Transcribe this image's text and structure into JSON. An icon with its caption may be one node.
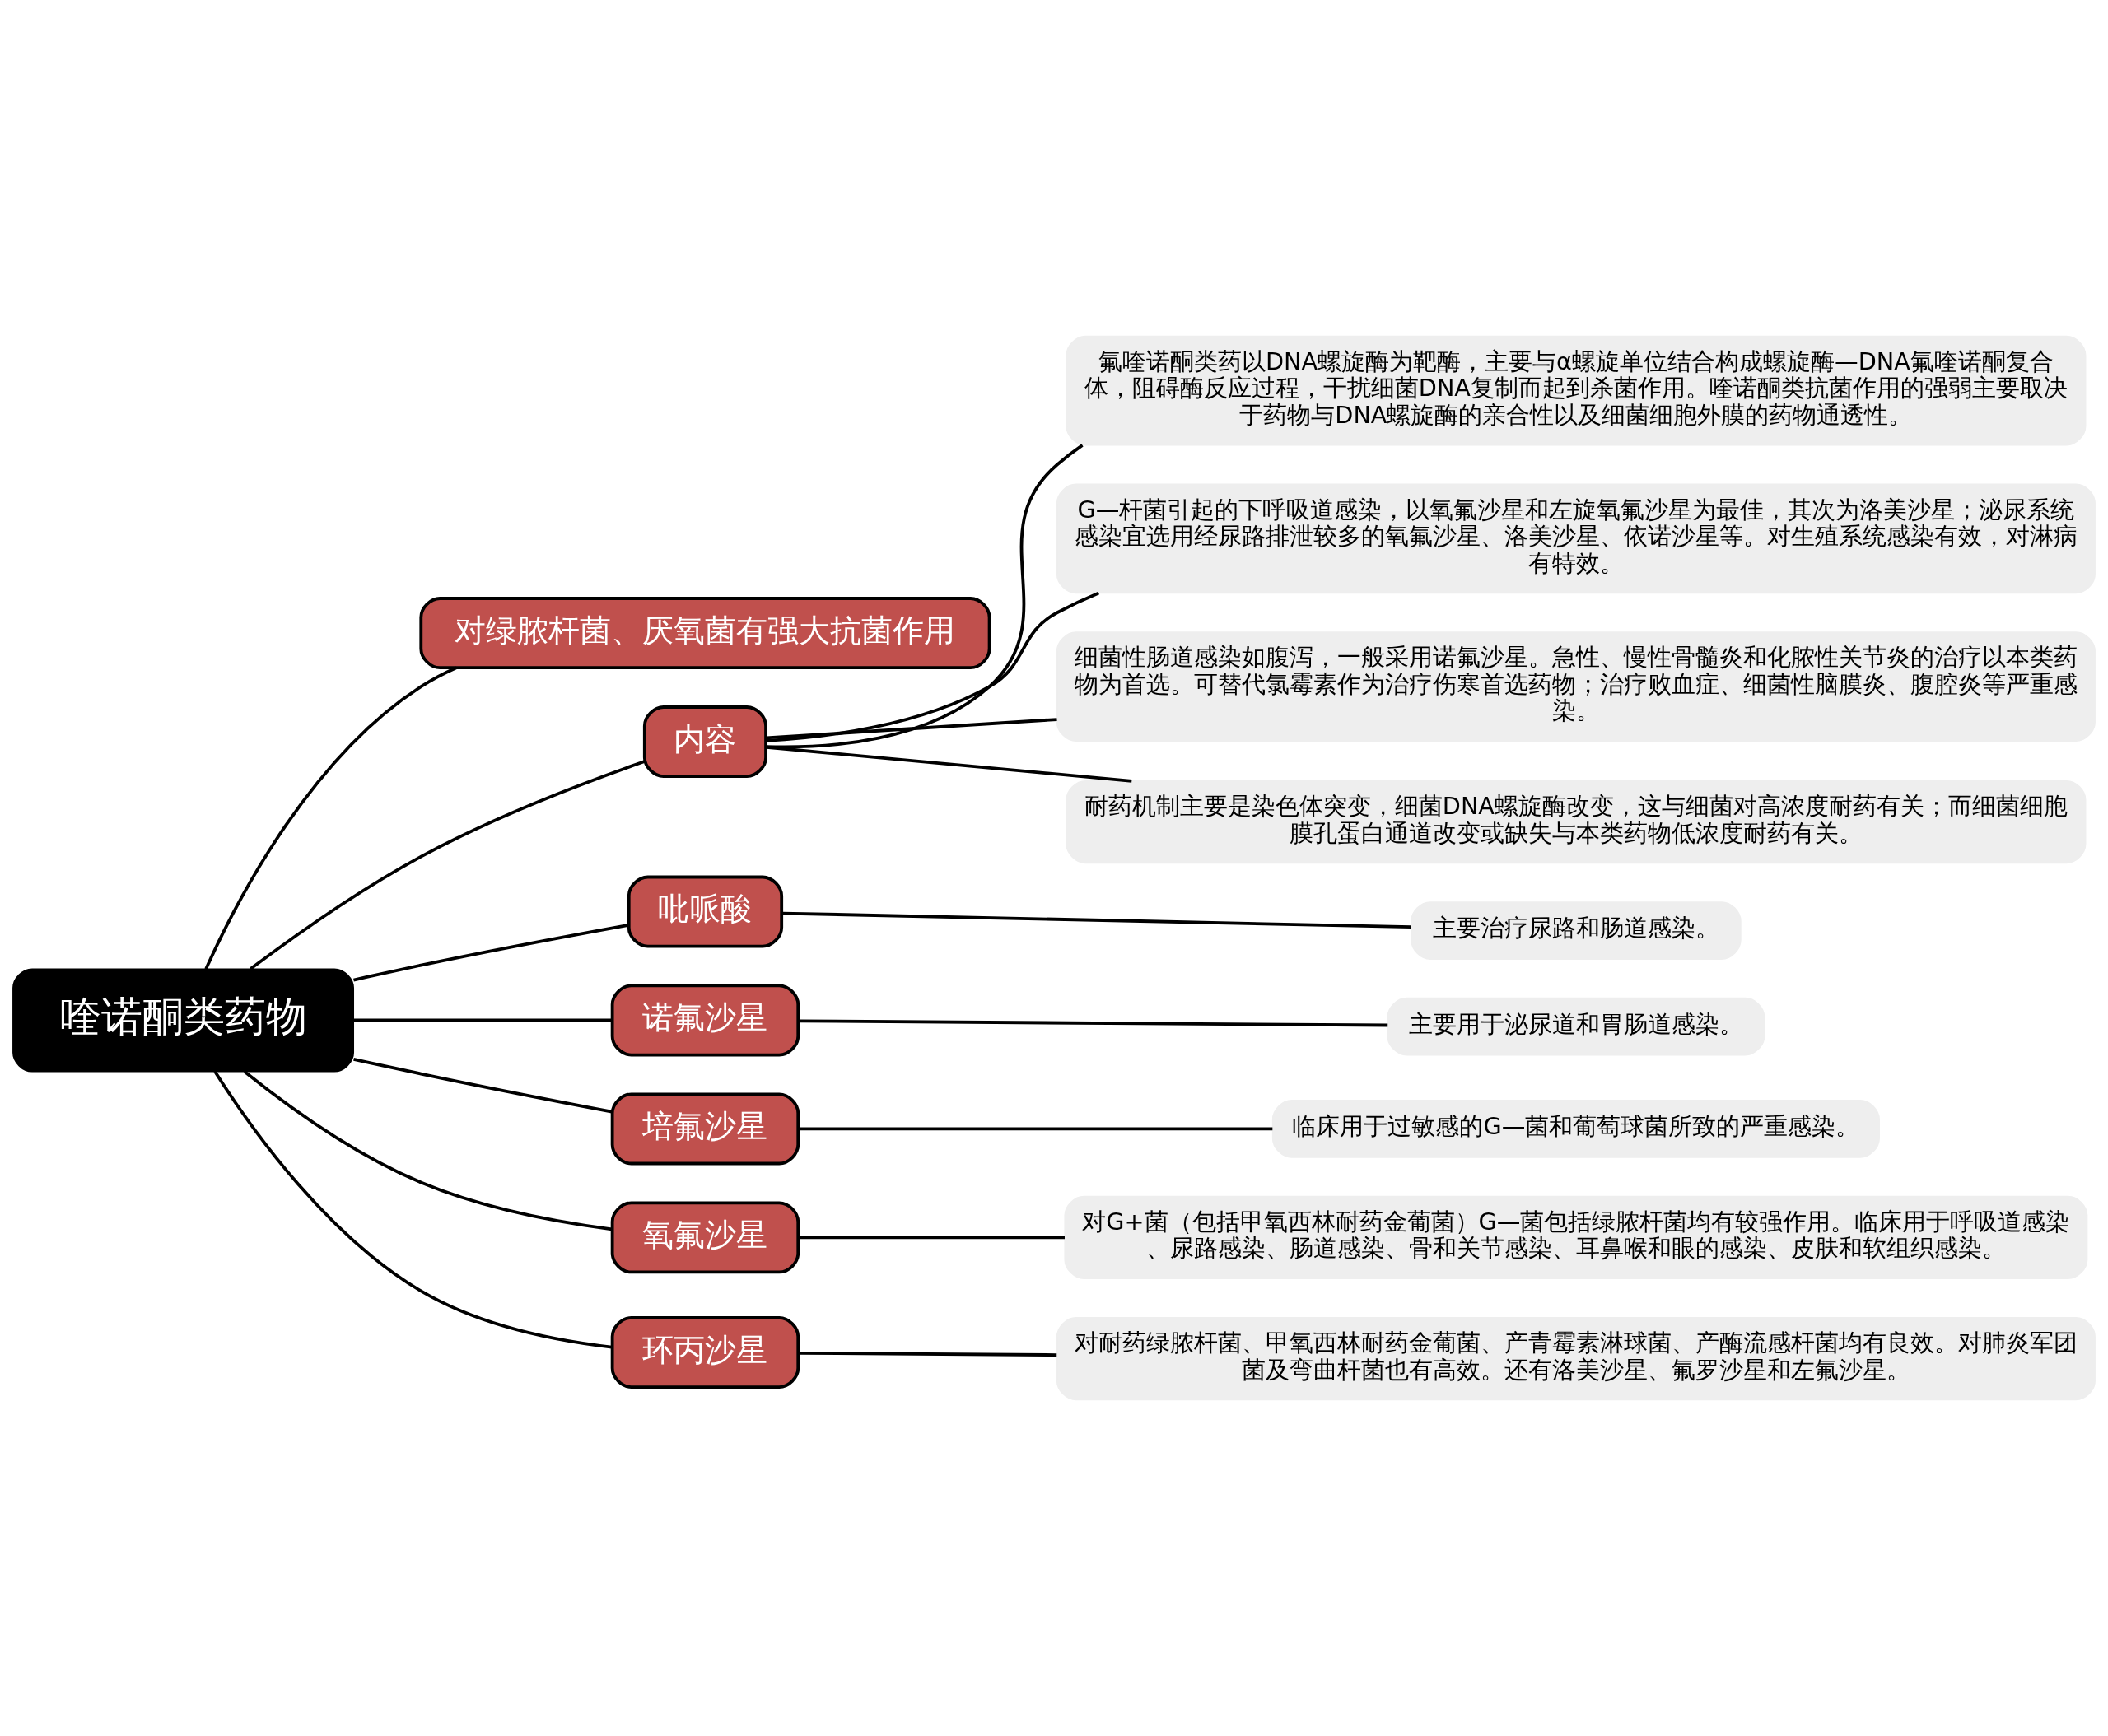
{
  "diagram": {
    "nodes": [
      {
        "text": [
          "喹诺酮类药物"
        ]
      },
      {
        "text": [
          "对绿脓杆菌、厌氧菌有强大抗菌作用"
        ]
      },
      {
        "text": [
          "内容"
        ]
      },
      {
        "text": [
          "氟喹诺酮类药以DNA螺旋酶为靶酶，主要与α螺旋单位结合构成螺旋酶—DNA氟喹诺酮复合体，阻碍酶反应过程，干扰细菌DNA复制而起到杀菌作用。喹诺酮类抗菌作用的强弱主要取决于药物与DNA螺旋酶的亲合性以及细菌细胞外膜的药物通透性。"
        ]
      },
      {
        "text": [
          "G—杆菌引起的下呼吸道感染，以氧氟沙星和左旋氧氟沙星为最佳，其次为洛美沙星；泌尿系统感染宜选用经尿路排泄较多的氧氟沙星、洛美沙星、依诺沙星等。对生殖系统感染有效，对淋病有特效。"
        ]
      },
      {
        "text": [
          "细菌性肠道感染如腹泻，一般采用诺氟沙星。急性、慢性骨髓炎和化脓性关节炎的治疗以本类药物为首选。可替代氯霉素作为治疗伤寒首选药物；治疗败血症、细菌性脑膜炎、腹腔炎等严重感染。"
        ]
      },
      {
        "text": [
          "耐药机制主要是染色体突变，细菌DNA螺旋酶改变，这与细菌对高浓度耐药有关；而细菌细胞膜孔蛋白通道改变或缺失与本类药物低浓度耐药有关。"
        ]
      },
      {
        "text": [
          "吡哌酸"
        ]
      },
      {
        "text": [
          "主要治疗尿路和肠道感染。"
        ]
      },
      {
        "text": [
          "诺氟沙星"
        ]
      },
      {
        "text": [
          "主要用于泌尿道和胃肠道感染。"
        ]
      },
      {
        "text": [
          "培氟沙星"
        ]
      },
      {
        "text": [
          "临床用于过敏感的G—菌和葡萄球菌所致的严重感染。"
        ]
      },
      {
        "text": [
          "氧氟沙星"
        ]
      },
      {
        "text": [
          "对G+菌（包括甲氧西林耐药金葡菌）G—菌包括绿脓杆菌均有较强作用。临床用于呼吸道感染、尿路感染、肠道感染、骨和关节感染、耳鼻喉和眼的感染、皮肤和软组织感染。"
        ]
      },
      {
        "text": [
          "环丙沙星"
        ]
      },
      {
        "text": [
          "对耐药绿脓杆菌、甲氧西林耐药金葡菌、产青霉素淋球菌、产酶流感杆菌均有良效。对肺炎军团菌及弯曲杆菌也有高效。还有洛美沙星、氟罗沙星和左氟沙星。"
        ]
      }
    ],
    "edges": [
      {
        "from": 0,
        "to": 1,
        "arrow": "none"
      },
      {
        "from": 0,
        "to": 2,
        "arrow": "none"
      },
      {
        "from": 2,
        "to": 3,
        "arrow": "none"
      },
      {
        "from": 2,
        "to": 4,
        "arrow": "none"
      },
      {
        "from": 2,
        "to": 5,
        "arrow": "none"
      },
      {
        "from": 2,
        "to": 6,
        "arrow": "none"
      },
      {
        "from": 0,
        "to": 7,
        "arrow": "none"
      },
      {
        "from": 7,
        "to": 8,
        "arrow": "none"
      },
      {
        "from": 0,
        "to": 9,
        "arrow": "none"
      },
      {
        "from": 9,
        "to": 10,
        "arrow": "none"
      },
      {
        "from": 0,
        "to": 11,
        "arrow": "none"
      },
      {
        "from": 11,
        "to": 12,
        "arrow": "none"
      },
      {
        "from": 0,
        "to": 13,
        "arrow": "none"
      },
      {
        "from": 13,
        "to": 14,
        "arrow": "none"
      },
      {
        "from": 0,
        "to": 15,
        "arrow": "none"
      },
      {
        "from": 15,
        "to": 16,
        "arrow": "none"
      }
    ]
  }
}
